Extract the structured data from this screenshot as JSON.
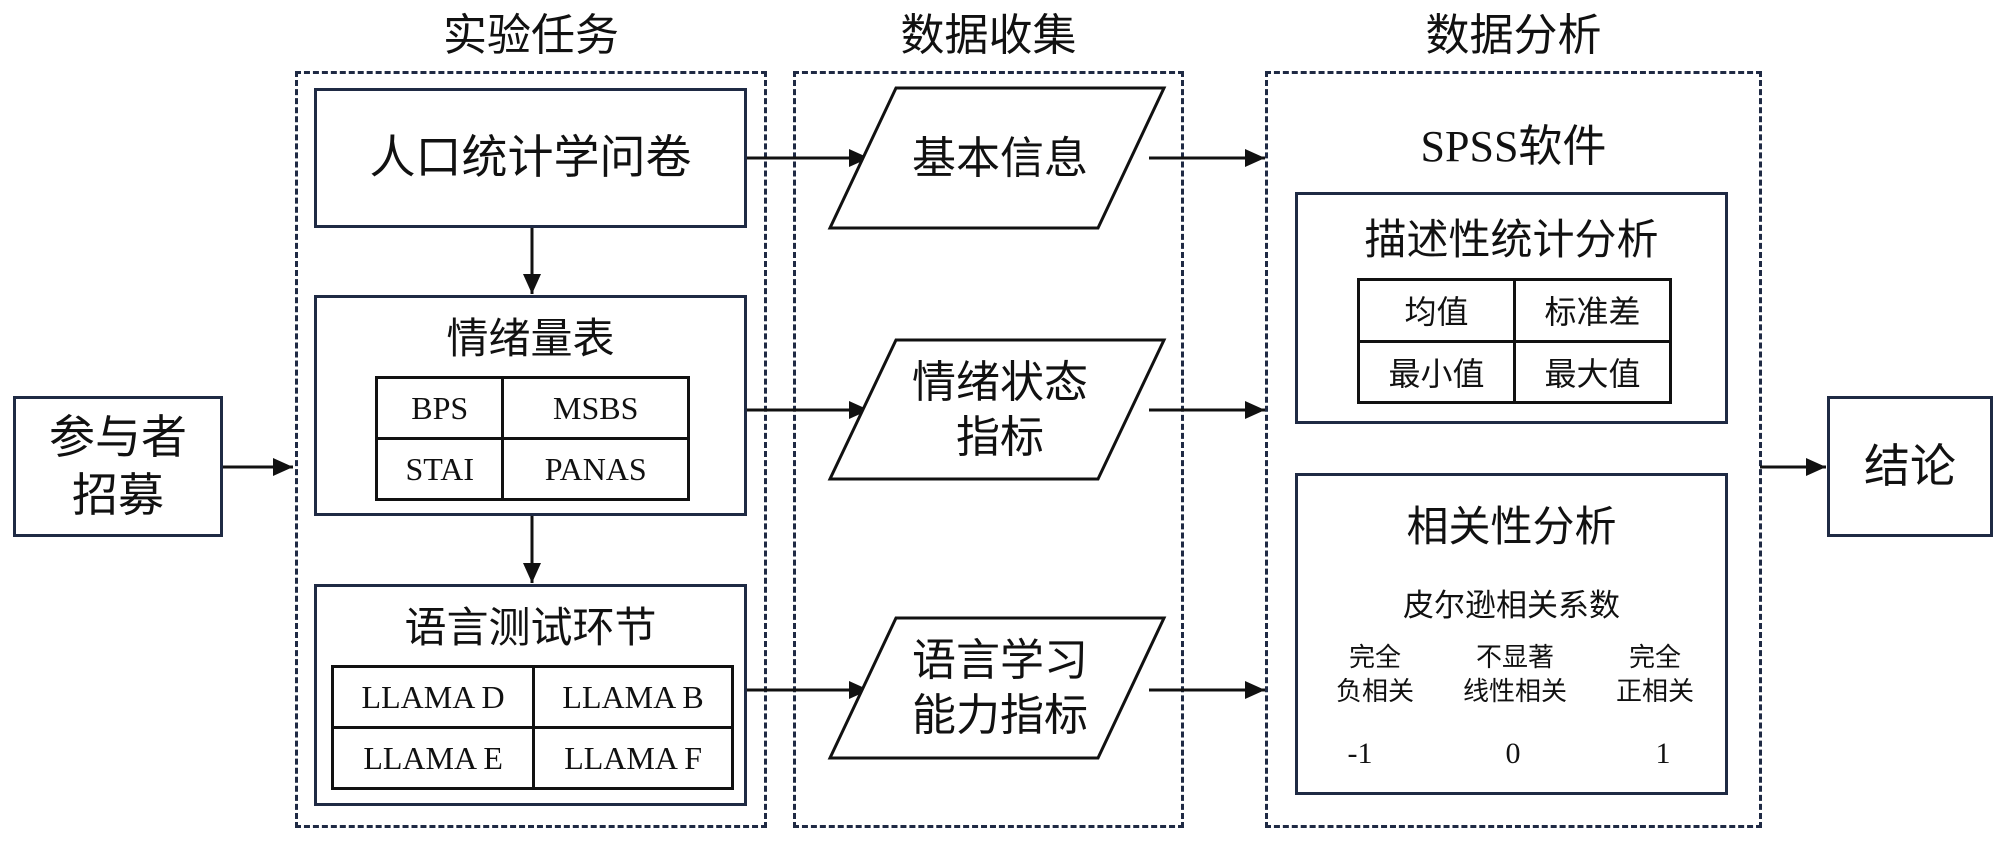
{
  "sections": {
    "tasks": "实验任务",
    "collection": "数据收集",
    "analysis": "数据分析"
  },
  "recruit": "参与者\n招募",
  "conclusion": "结论",
  "tasks": {
    "demographic": "人口统计学问卷",
    "emotion": {
      "title": "情绪量表",
      "cells": [
        [
          "BPS",
          "MSBS"
        ],
        [
          "STAI",
          "PANAS"
        ]
      ]
    },
    "language": {
      "title": "语言测试环节",
      "cells": [
        [
          "LLAMA D",
          "LLAMA B"
        ],
        [
          "LLAMA E",
          "LLAMA F"
        ]
      ]
    }
  },
  "collection": {
    "basic_info": "基本信息",
    "emotion_state": "情绪状态\n指标",
    "language_ability": "语言学习\n能力指标"
  },
  "analysis": {
    "software": "SPSS软件",
    "descriptive": {
      "title": "描述性统计分析",
      "cells": [
        [
          "均值",
          "标准差"
        ],
        [
          "最小值",
          "最大值"
        ]
      ]
    },
    "correlation": {
      "title": "相关性分析",
      "subtitle": "皮尔逊相关系数",
      "scale": [
        {
          "label": "完全\n负相关",
          "value": "-1"
        },
        {
          "label": "不显著\n线性相关",
          "value": "0"
        },
        {
          "label": "完全\n正相关",
          "value": "1"
        }
      ]
    }
  },
  "colors": {
    "border": "#1f2a44",
    "line": "#111111"
  }
}
